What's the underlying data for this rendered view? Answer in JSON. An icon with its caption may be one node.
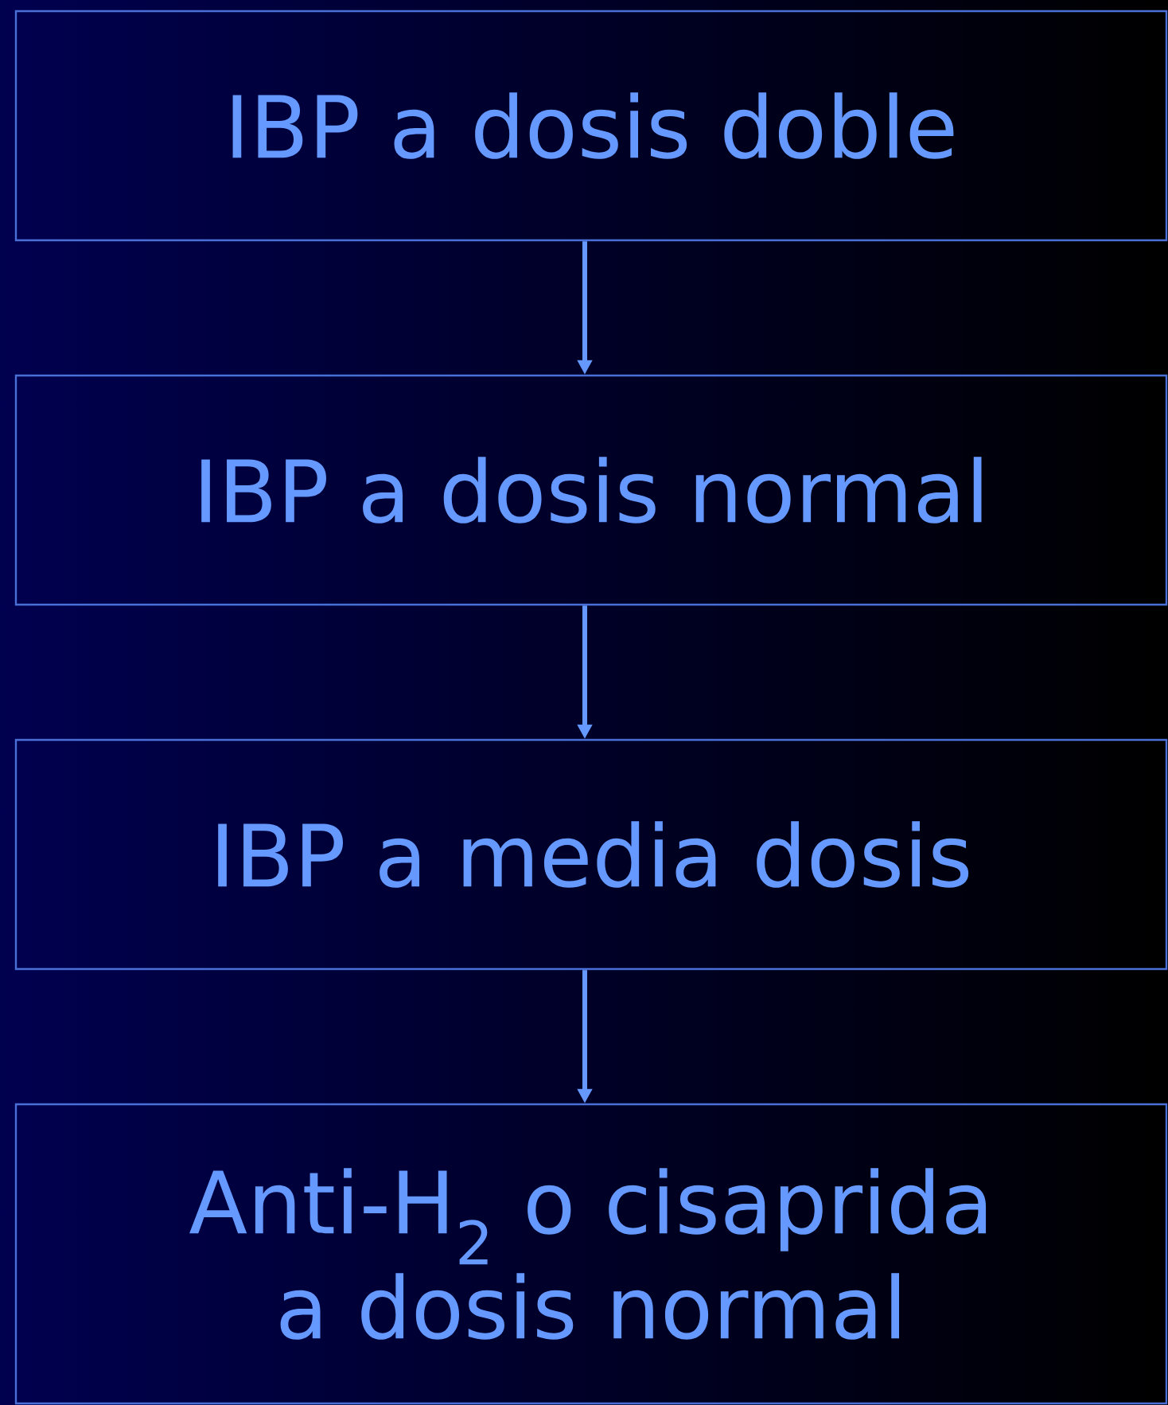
{
  "diagram": {
    "nodes": [
      {
        "text": [
          "IBP a dosis doble"
        ]
      },
      {
        "text": [
          "IBP a dosis normal"
        ]
      },
      {
        "text": [
          "IBP a media dosis"
        ]
      },
      {
        "text": [
          "Anti-H$_{2}$ o cisaprida a dosis normal"
        ]
      }
    ],
    "edges": [
      {
        "from": 0,
        "to": 1,
        "arrow": "to"
      },
      {
        "from": 1,
        "to": 2,
        "arrow": "to"
      },
      {
        "from": 2,
        "to": 3,
        "arrow": "to"
      }
    ]
  }
}
